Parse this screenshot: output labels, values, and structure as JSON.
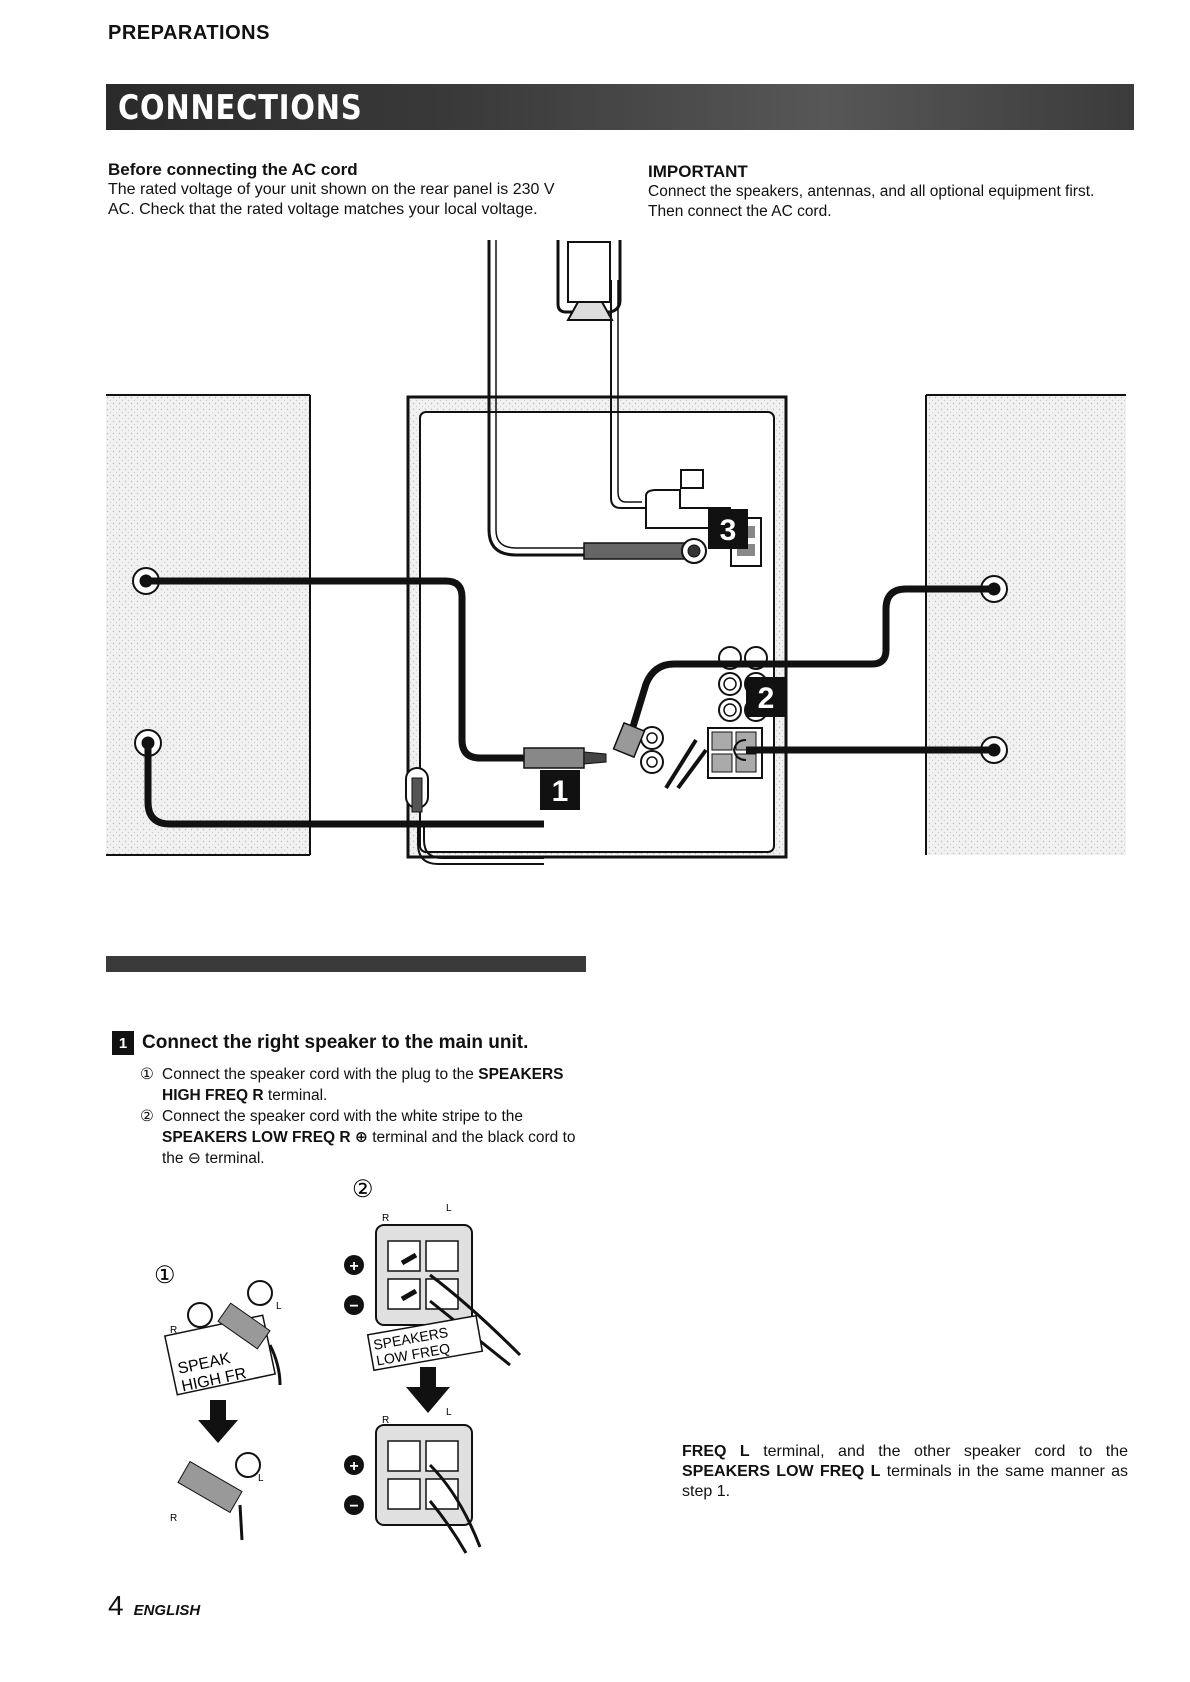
{
  "header": {
    "section": "PREPARATIONS",
    "title": "CONNECTIONS"
  },
  "left_col": {
    "heading": "Before connecting the AC cord",
    "lines": [
      "The rated voltage of your unit shown on the rear panel is 230 V",
      "AC. Check that the rated voltage matches your local voltage."
    ]
  },
  "right_col": {
    "heading": "IMPORTANT",
    "lines": [
      "Connect the speakers, antennas, and all optional equipment first.",
      "Then connect the AC cord."
    ]
  },
  "diagram": {
    "callout_1": "1",
    "callout_2": "2",
    "callout_3": "3"
  },
  "step1": {
    "number": "1",
    "title": "Connect the right speaker to the main unit.",
    "items": [
      {
        "marker": "①",
        "parts": [
          {
            "t": "Connect the speaker cord with the plug to the "
          },
          {
            "t": "SPEAKERS",
            "b": true
          },
          {
            "t": " "
          },
          {
            "t": "HIGH FREQ R",
            "b": true
          },
          {
            "t": " terminal."
          }
        ]
      },
      {
        "marker": "②",
        "parts": [
          {
            "t": "Connect the speaker cord with the white stripe to the "
          },
          {
            "t": "SPEAKERS LOW FREQ R ⊕",
            "b": true
          },
          {
            "t": " terminal and the black cord to the ⊖ terminal."
          }
        ]
      }
    ]
  },
  "detail": {
    "marker1": "①",
    "marker2": "②",
    "label_R": "R",
    "label_L": "L",
    "plus": "+",
    "minus": "−",
    "speak_high": "SPEAK",
    "high_freq": "HIGH FR",
    "speakers_low": "SPEAKERS",
    "low_freq": "LOW FREQ"
  },
  "continuation": {
    "parts": [
      {
        "t": "FREQ L",
        "b": true
      },
      {
        "t": " terminal, and the other speaker cord to the "
      },
      {
        "t": "SPEAKERS LOW FREQ L",
        "b": true
      },
      {
        "t": " terminals in the same manner as step 1."
      }
    ]
  },
  "footer": {
    "page": "4",
    "language": "ENGLISH"
  }
}
